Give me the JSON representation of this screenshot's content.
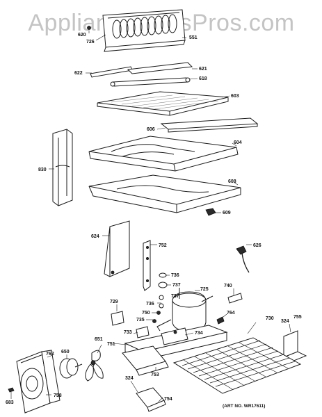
{
  "watermark": "AppliancePartsPros.com",
  "art_number": "(ART NO. WR17611)",
  "parts": {
    "p620": "620",
    "p726": "726",
    "p551": "551",
    "p622": "622",
    "p621": "621",
    "p618": "618",
    "p603": "603",
    "p606": "606",
    "p604": "604",
    "p830": "830",
    "p608": "608",
    "p609": "609",
    "p624": "624",
    "p752": "752",
    "p626": "626",
    "p736a": "736",
    "p737a": "737",
    "p725": "725",
    "p740": "740",
    "p729": "729",
    "p736b": "736",
    "p737b": "737",
    "p750": "750",
    "p735": "735",
    "p764": "764",
    "p730": "730",
    "p324a": "324",
    "p755": "755",
    "p733": "733",
    "p651": "651",
    "p751": "751",
    "p734": "734",
    "p762": "762",
    "p650": "650",
    "p753": "753",
    "p324b": "324",
    "p754": "754",
    "p683": "683",
    "p758": "758"
  }
}
